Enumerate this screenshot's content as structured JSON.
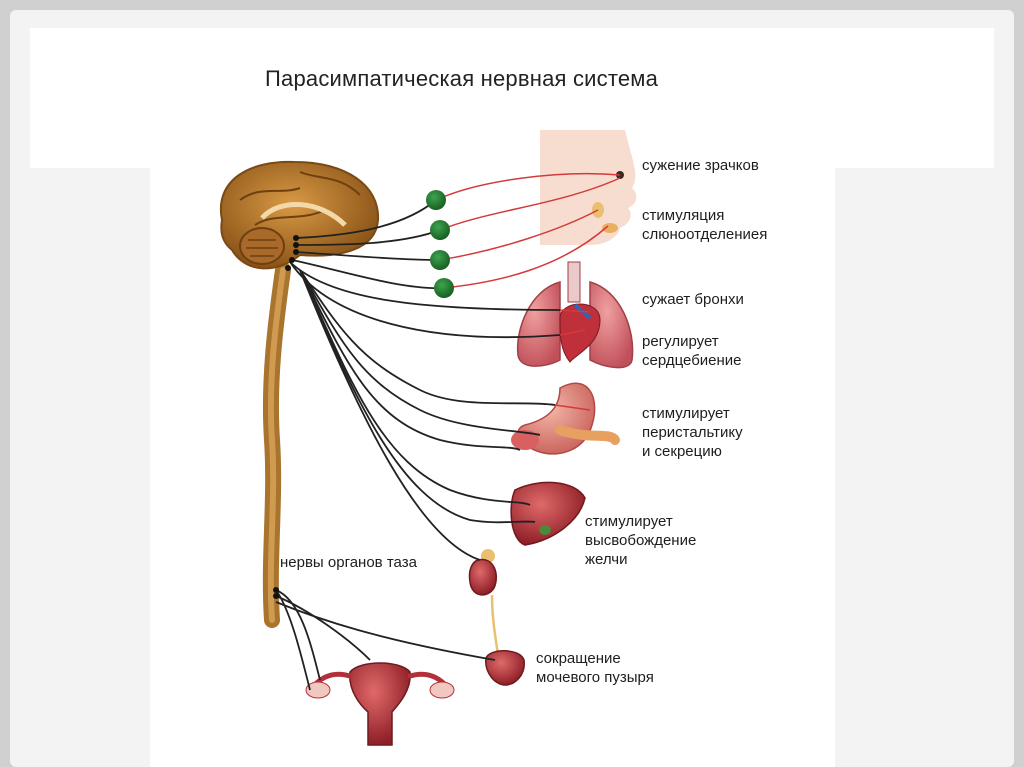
{
  "title": "Парасимпатическая нервная система",
  "labels": {
    "pupils": "сужение зрачков",
    "saliva_1": "стимуляция",
    "saliva_2": "слюноотделениея",
    "bronchi": "сужает бронхи",
    "heart_1": "регулирует",
    "heart_2": "сердцебиение",
    "stomach_1": "стимулирует",
    "stomach_2": "перистальтику",
    "stomach_3": "и секрецию",
    "liver_1": "стимулирует",
    "liver_2": "высвобождение",
    "liver_3": "желчи",
    "pelvic": "нервы органов таза",
    "bladder_1": "сокращение",
    "bladder_2": "мочевого пузыря"
  },
  "colors": {
    "brain": "#b97a2e",
    "nerve_black": "#222222",
    "nerve_red": "#d43a3a",
    "ganglion": "#1f7a2f",
    "organ": "#b3303a",
    "face": "#f7ddd0"
  }
}
